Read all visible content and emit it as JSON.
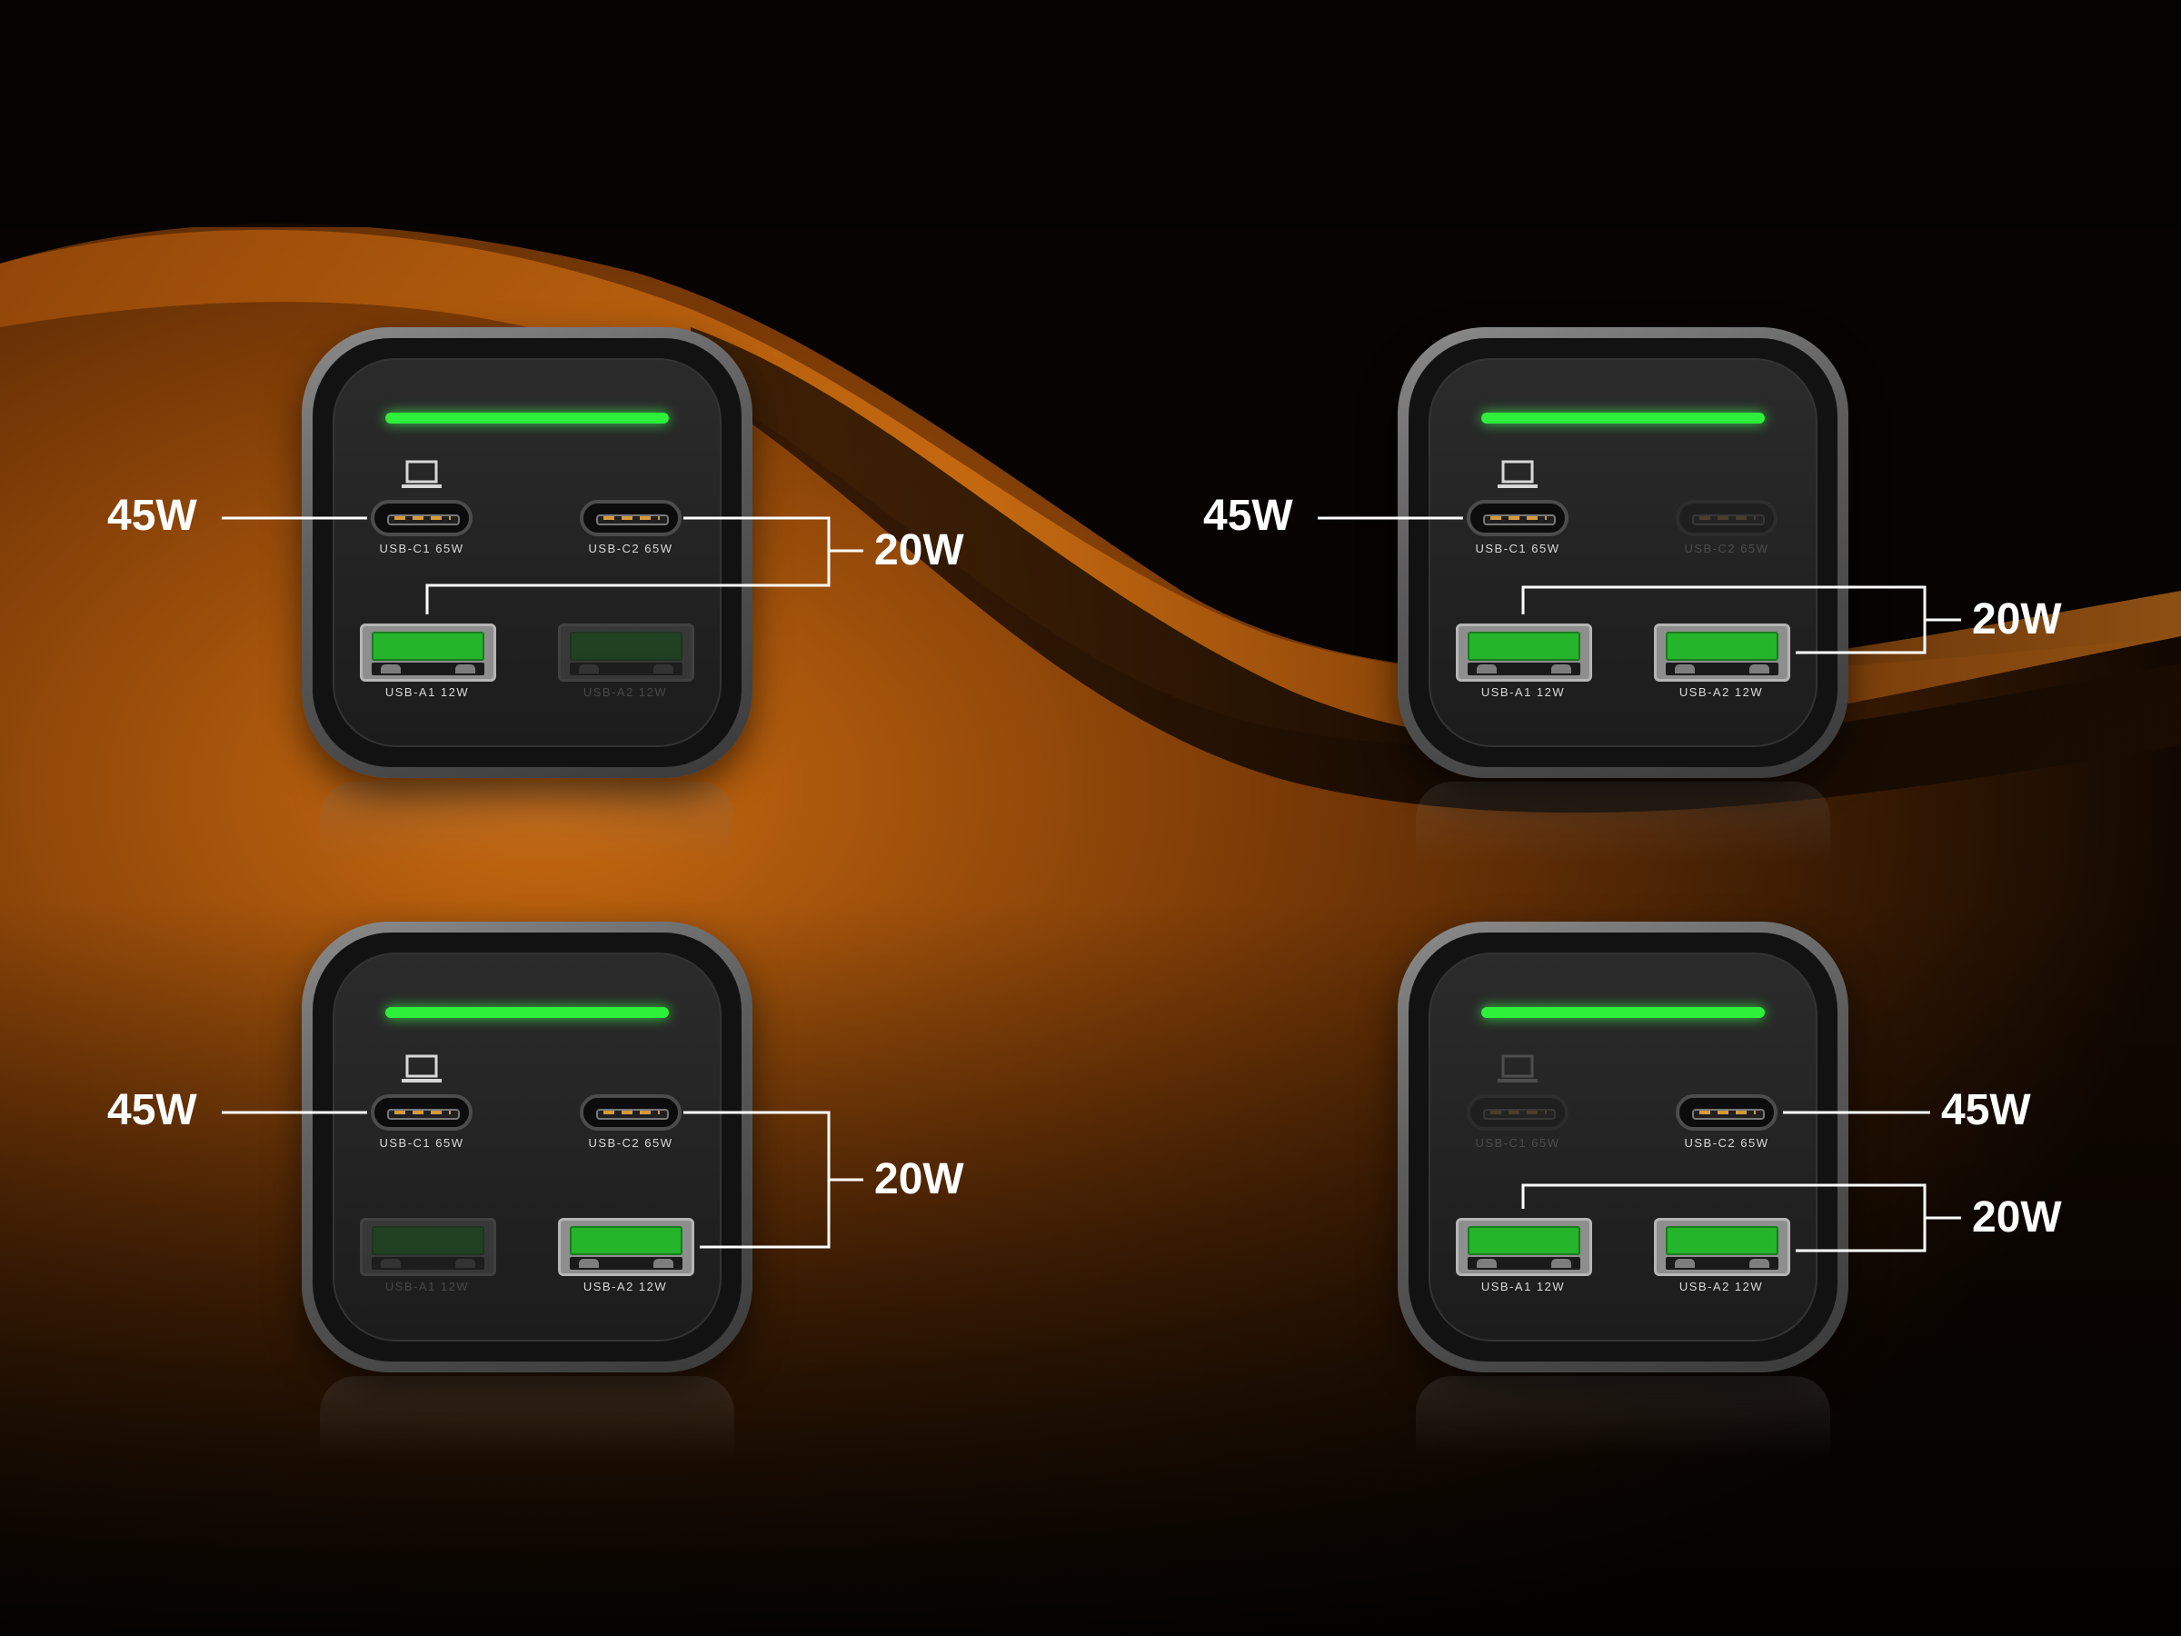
{
  "colors": {
    "background_dark": "#050301",
    "background_orange": "#c0600c",
    "led_green": "#2df03a",
    "port_green": "#24b52a",
    "callout_white": "#ffffff"
  },
  "chargers": [
    {
      "ports": {
        "c1": {
          "label": "USB-C1 65W",
          "active": true
        },
        "c2": {
          "label": "USB-C2 65W",
          "active": true
        },
        "a1": {
          "label": "USB-A1 12W",
          "active": true
        },
        "a2": {
          "label": "USB-A2 12W",
          "active": false
        }
      },
      "callouts": {
        "first": "45W",
        "second": "20W"
      }
    },
    {
      "ports": {
        "c1": {
          "label": "USB-C1 65W",
          "active": true
        },
        "c2": {
          "label": "USB-C2 65W",
          "active": false
        },
        "a1": {
          "label": "USB-A1 12W",
          "active": true
        },
        "a2": {
          "label": "USB-A2 12W",
          "active": true
        }
      },
      "callouts": {
        "first": "45W",
        "second": "20W"
      }
    },
    {
      "ports": {
        "c1": {
          "label": "USB-C1 65W",
          "active": true
        },
        "c2": {
          "label": "USB-C2 65W",
          "active": true
        },
        "a1": {
          "label": "USB-A1 12W",
          "active": false
        },
        "a2": {
          "label": "USB-A2 12W",
          "active": true
        }
      },
      "callouts": {
        "first": "45W",
        "second": "20W"
      }
    },
    {
      "ports": {
        "c1": {
          "label": "USB-C1 65W",
          "active": false
        },
        "c2": {
          "label": "USB-C2 65W",
          "active": true
        },
        "a1": {
          "label": "USB-A1 12W",
          "active": true
        },
        "a2": {
          "label": "USB-A2 12W",
          "active": true
        }
      },
      "callouts": {
        "first": "45W",
        "second": "20W"
      }
    }
  ],
  "icons": [
    "laptop-icon"
  ]
}
